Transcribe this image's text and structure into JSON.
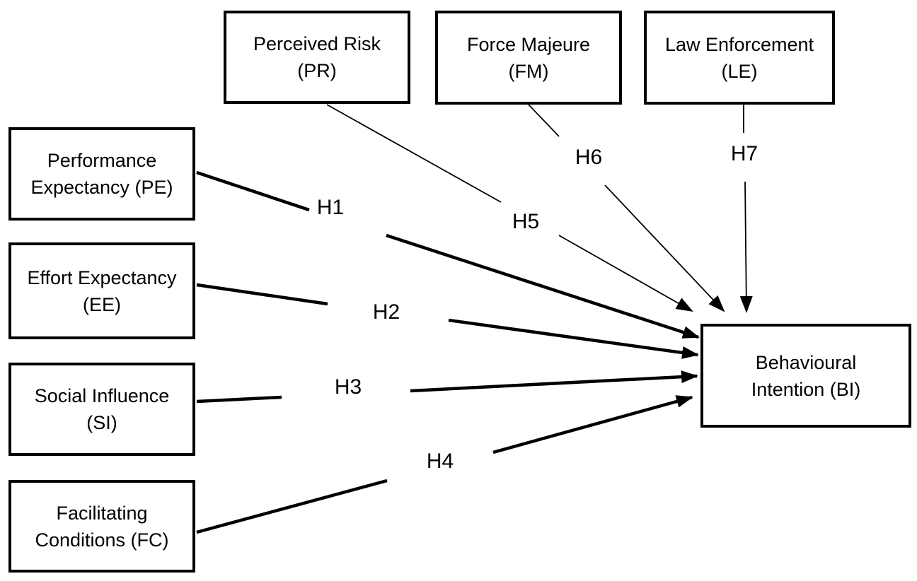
{
  "diagram": {
    "type": "conceptual-research-model",
    "colors": {
      "background": "#ffffff",
      "box_border": "#000000",
      "line": "#000000",
      "text": "#000000"
    },
    "nodes": {
      "pr": {
        "line1": "Perceived Risk",
        "line2": "(PR)"
      },
      "fm": {
        "line1": "Force Majeure",
        "line2": "(FM)"
      },
      "le": {
        "line1": "Law Enforcement",
        "line2": "(LE)"
      },
      "pe": {
        "line1": "Performance",
        "line2": "Expectancy (PE)"
      },
      "ee": {
        "line1": "Effort Expectancy",
        "line2": "(EE)"
      },
      "si": {
        "line1": "Social Influence",
        "line2": "(SI)"
      },
      "fc": {
        "line1": "Facilitating",
        "line2": "Conditions (FC)"
      },
      "bi": {
        "line1": "Behavioural",
        "line2": "Intention (BI)"
      }
    },
    "hypotheses": {
      "h1": "H1",
      "h2": "H2",
      "h3": "H3",
      "h4": "H4",
      "h5": "H5",
      "h6": "H6",
      "h7": "H7"
    },
    "edges": [
      {
        "from": "Performance Expectancy (PE)",
        "to": "Behavioural Intention (BI)",
        "label": "H1",
        "style": "thick"
      },
      {
        "from": "Effort Expectancy (EE)",
        "to": "Behavioural Intention (BI)",
        "label": "H2",
        "style": "thick"
      },
      {
        "from": "Social Influence (SI)",
        "to": "Behavioural Intention (BI)",
        "label": "H3",
        "style": "thick"
      },
      {
        "from": "Facilitating Conditions (FC)",
        "to": "Behavioural Intention (BI)",
        "label": "H4",
        "style": "thick"
      },
      {
        "from": "Perceived Risk (PR)",
        "to": "Behavioural Intention (BI)",
        "label": "H5",
        "style": "thin"
      },
      {
        "from": "Force Majeure (FM)",
        "to": "Behavioural Intention (BI)",
        "label": "H6",
        "style": "thin"
      },
      {
        "from": "Law Enforcement (LE)",
        "to": "Behavioural Intention (BI)",
        "label": "H7",
        "style": "thin"
      }
    ]
  }
}
